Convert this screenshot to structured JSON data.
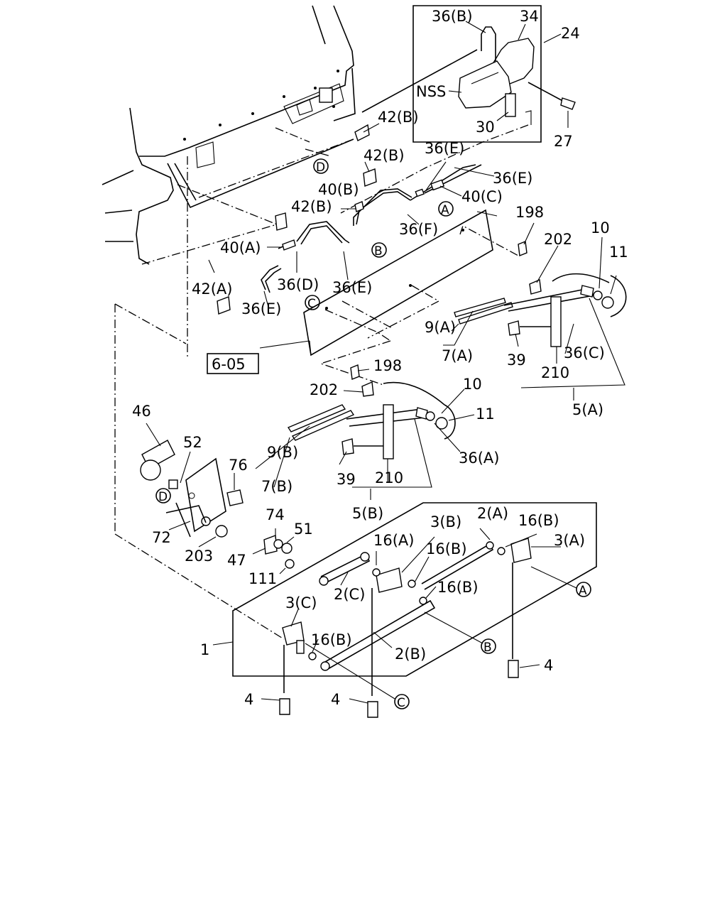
{
  "diagram": {
    "parts": {
      "p36B_top": "36(B)",
      "p34": "34",
      "p24": "24",
      "pNSS": "NSS",
      "p30": "30",
      "p27": "27",
      "p42B_a": "42(B)",
      "p42B_b": "42(B)",
      "p42B_c": "42(B)",
      "p36E_top": "36(E)",
      "p36E_right": "36(E)",
      "p40B": "40(B)",
      "p40C": "40(C)",
      "p36F": "36(F)",
      "p40A": "40(A)",
      "p36D": "36(D)",
      "p36E_mid": "36(E)",
      "p42A": "42(A)",
      "p36E_left": "36(E)",
      "p198_top": "198",
      "p202_top": "202",
      "p10_top": "10",
      "p11_top": "11",
      "p9A": "9(A)",
      "p7A": "7(A)",
      "p39_top": "39",
      "p36C": "36(C)",
      "p210_top": "210",
      "p5A": "5(A)",
      "p605": "6-05",
      "p198_mid": "198",
      "p202_mid": "202",
      "p10_mid": "10",
      "p11_mid": "11",
      "p46": "46",
      "p52": "52",
      "p9B": "9(B)",
      "p36A": "36(A)",
      "p76": "76",
      "p7B": "7(B)",
      "p39_mid": "39",
      "p210_mid": "210",
      "p5B": "5(B)",
      "p74": "74",
      "p51": "51",
      "p72": "72",
      "p203": "203",
      "p47": "47",
      "p3B": "3(B)",
      "p2A": "2(A)",
      "p16B_a": "16(B)",
      "p3A": "3(A)",
      "p16A": "16(A)",
      "p16B_b": "16(B)",
      "p16B_c": "16(B)",
      "p111": "111",
      "p2C": "2(C)",
      "p3C": "3(C)",
      "p16B_d": "16(B)",
      "p2B": "2(B)",
      "p1": "1",
      "p4_left": "4",
      "p4_mid": "4",
      "p4_right": "4"
    },
    "callouts": {
      "A_top": "A",
      "B_top": "B",
      "C_top": "C",
      "D_top": "D",
      "D_left": "D",
      "A_bottom": "A",
      "B_bottom": "B",
      "C_bottom": "C"
    }
  }
}
